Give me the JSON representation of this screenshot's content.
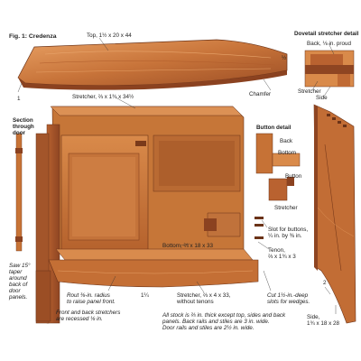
{
  "figure_title": "Fig. 1: Credenza",
  "labels": {
    "top": "Top, 1½ x 20 x 44",
    "top_thickness": "½",
    "left_1": "1",
    "chamfer": "Chamfer",
    "stretcher_top": "Stretcher, ⅔ x 1¾ x 34½",
    "section_title_1": "Section",
    "section_title_2": "through",
    "section_title_3": "door",
    "saw_taper_1": "Saw 15°",
    "saw_taper_2": "taper",
    "saw_taper_3": "around",
    "saw_taper_4": "back of",
    "saw_taper_5": "door",
    "saw_taper_6": "panels.",
    "bottom": "Bottom, ⅔ x 18 x 33",
    "one_quarter": "1¼",
    "rout_1": "Rout ⅜-in. radius",
    "rout_2": "to raise panel front.",
    "front_back_1": "Front and back stretchers",
    "front_back_2": "are recessed ⅛ in.",
    "stretcher_bottom_1": "Stretcher, ⅔ x 4 x 33,",
    "stretcher_bottom_2": "without tenons",
    "all_stock_1": "All stock is ⅔ in. thick except top, sides and back",
    "all_stock_2": "panels. Back rails and stiles are 3 in. wide.",
    "all_stock_3": "Door rails and stiles are 2½ in. wide.",
    "cut_1": "Cut 1½-in.-deep",
    "cut_2": "slots for wedges.",
    "dovetail_title": "Dovetail stretcher detail",
    "back_proud": "Back, ⅛ in. proud",
    "stretcher_d": "Stretcher",
    "side_d": "Side",
    "button_title": "Button detail",
    "back_b": "Back",
    "bottom_b": "Bottom",
    "button_b": "Button",
    "stretcher_b": "Stretcher",
    "slot_1": "Slot for buttons,",
    "slot_2": "¼ in. by ⅜ in.",
    "tenon_1": "Tenon,",
    "tenon_2": "⅔ x 1¾ x 3",
    "two": "2",
    "side_1": "Side,",
    "side_2": "1¾ x 18 x 28"
  },
  "colors": {
    "wood_dark": "#a0522d",
    "wood_mid": "#c8743a",
    "wood_light": "#dc9155",
    "leader": "#333333"
  }
}
